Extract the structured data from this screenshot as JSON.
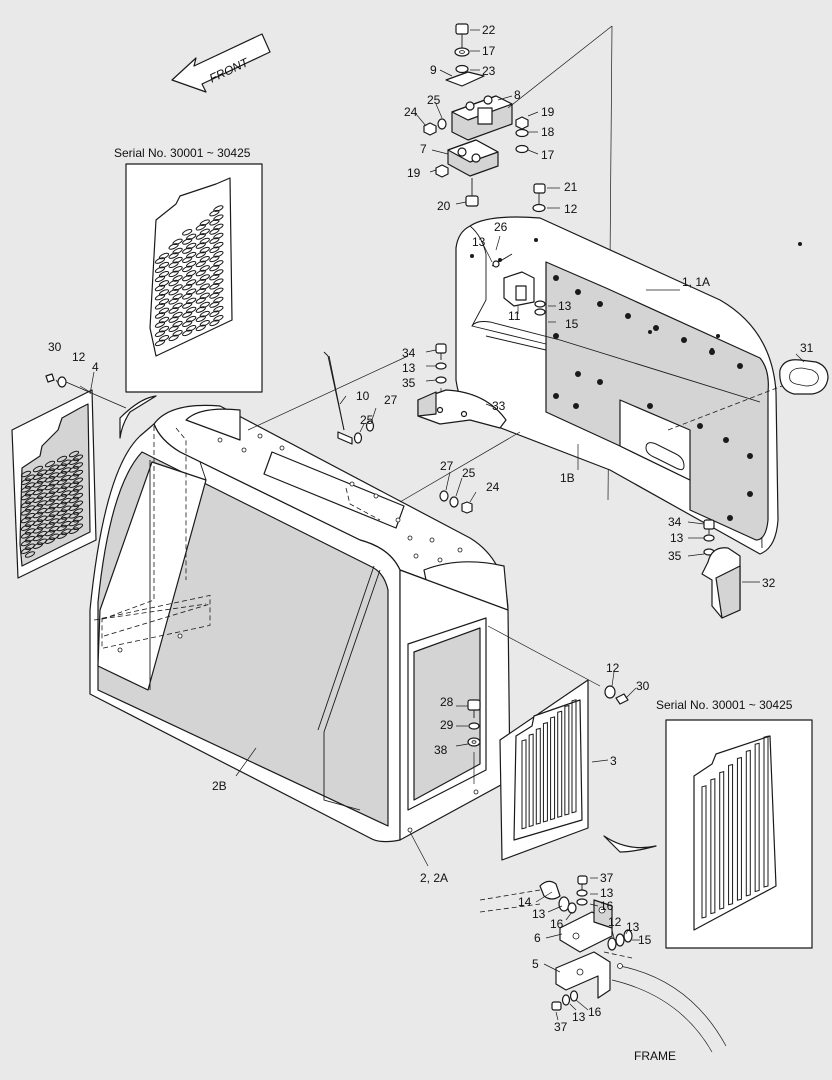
{
  "direction_label": "FRONT",
  "frame_label": "FRAME",
  "insets": [
    {
      "serial_label": "Serial No. 30001 ~ 30425"
    },
    {
      "serial_label": "Serial No. 30001 ~ 30425"
    }
  ],
  "callouts": {
    "c22": "22",
    "c17a": "17",
    "c9": "9",
    "c23": "23",
    "c8": "8",
    "c25a": "25",
    "c24a": "24",
    "c19a": "19",
    "c18": "18",
    "c17b": "17",
    "c7": "7",
    "c19b": "19",
    "c20": "20",
    "c21": "21",
    "c12a": "12",
    "c26": "26",
    "c13a": "13",
    "c1": "1, 1A",
    "c13b": "13",
    "c11": "11",
    "c15a": "15",
    "c31": "31",
    "c34a": "34",
    "c13c": "13",
    "c35a": "35",
    "c10": "10",
    "c33": "33",
    "c25b": "25",
    "c27a": "27",
    "c1b": "1B",
    "c27b": "27",
    "c25c": "25",
    "c24b": "24",
    "c30a": "30",
    "c12b": "12",
    "c4": "4",
    "c34b": "34",
    "c13d": "13",
    "c35b": "35",
    "c32": "32",
    "c12c": "12",
    "c30b": "30",
    "c28": "28",
    "c29": "29",
    "c38": "38",
    "c3": "3",
    "c2b": "2B",
    "c2": "2, 2A",
    "c37a": "37",
    "c14": "14",
    "c13e": "13",
    "c16a": "16",
    "c13f": "13",
    "c16b": "16",
    "c12d": "12",
    "c13g": "13",
    "c6": "6",
    "c15b": "15",
    "c5": "5",
    "c37b": "37",
    "c13h": "13",
    "c16c": "16"
  }
}
